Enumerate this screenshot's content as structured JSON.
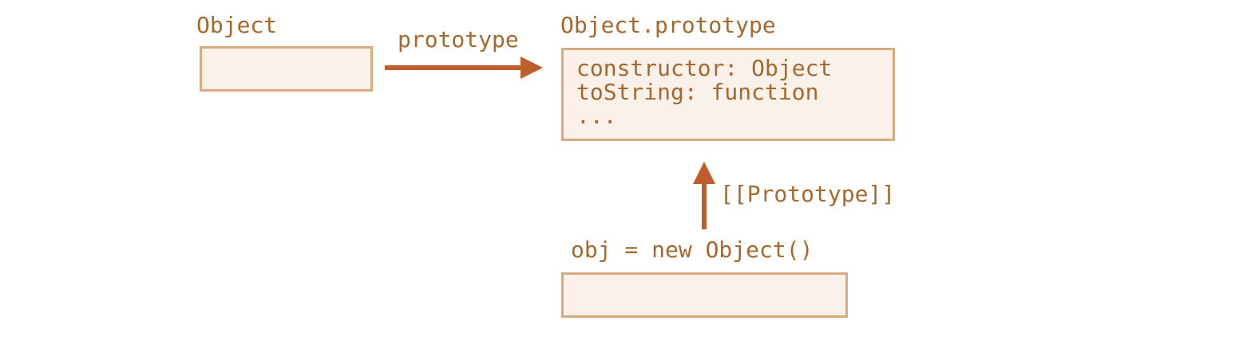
{
  "diagram": {
    "title": "Object prototype chain diagram",
    "labels": {
      "object": "Object",
      "prototype_arrow": "prototype",
      "object_prototype": "Object.prototype",
      "proto_ref": "[[Prototype]]",
      "obj_assignment": "obj = new Object()"
    },
    "prototype_box": {
      "lines": [
        "constructor: Object",
        "toString: function",
        "..."
      ]
    },
    "colors": {
      "text": "#a5682d",
      "arrow": "#c05d2d",
      "box_border": "#d8ab7e",
      "box_fill": "#faf1ea",
      "background": "#ffffff"
    }
  }
}
